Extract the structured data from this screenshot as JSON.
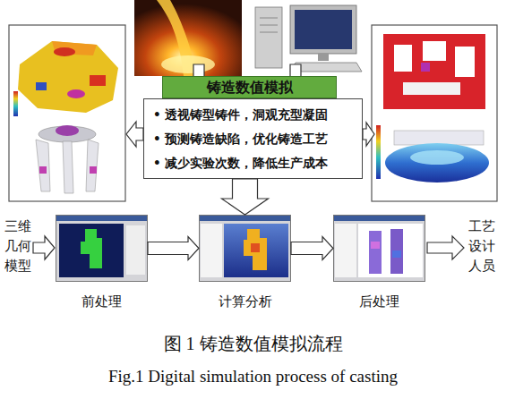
{
  "diagram": {
    "caption": "图 1 铸造数值模拟流程",
    "nodes": [
      {
        "text": [
          "铸造数值模拟",
          "• 透视铸型铸件，洞观充型凝固",
          "• 预测铸造缺陷，优化铸造工艺",
          "• 减少实验次数，降低生产成本"
        ]
      },
      {
        "text": [
          "前处理"
        ]
      },
      {
        "text": [
          "计算分析"
        ]
      },
      {
        "text": [
          "后处理"
        ]
      }
    ],
    "edges": [
      {
        "from": 0,
        "to": 2,
        "arrow": "to"
      },
      {
        "from": 1,
        "to": 2,
        "arrow": "to"
      },
      {
        "from": 2,
        "to": 3,
        "arrow": "to"
      }
    ],
    "labels": [
      "三维 几何 模型",
      "工艺 设计 人员",
      "Fig.1 Digital simulation process of casting"
    ]
  }
}
